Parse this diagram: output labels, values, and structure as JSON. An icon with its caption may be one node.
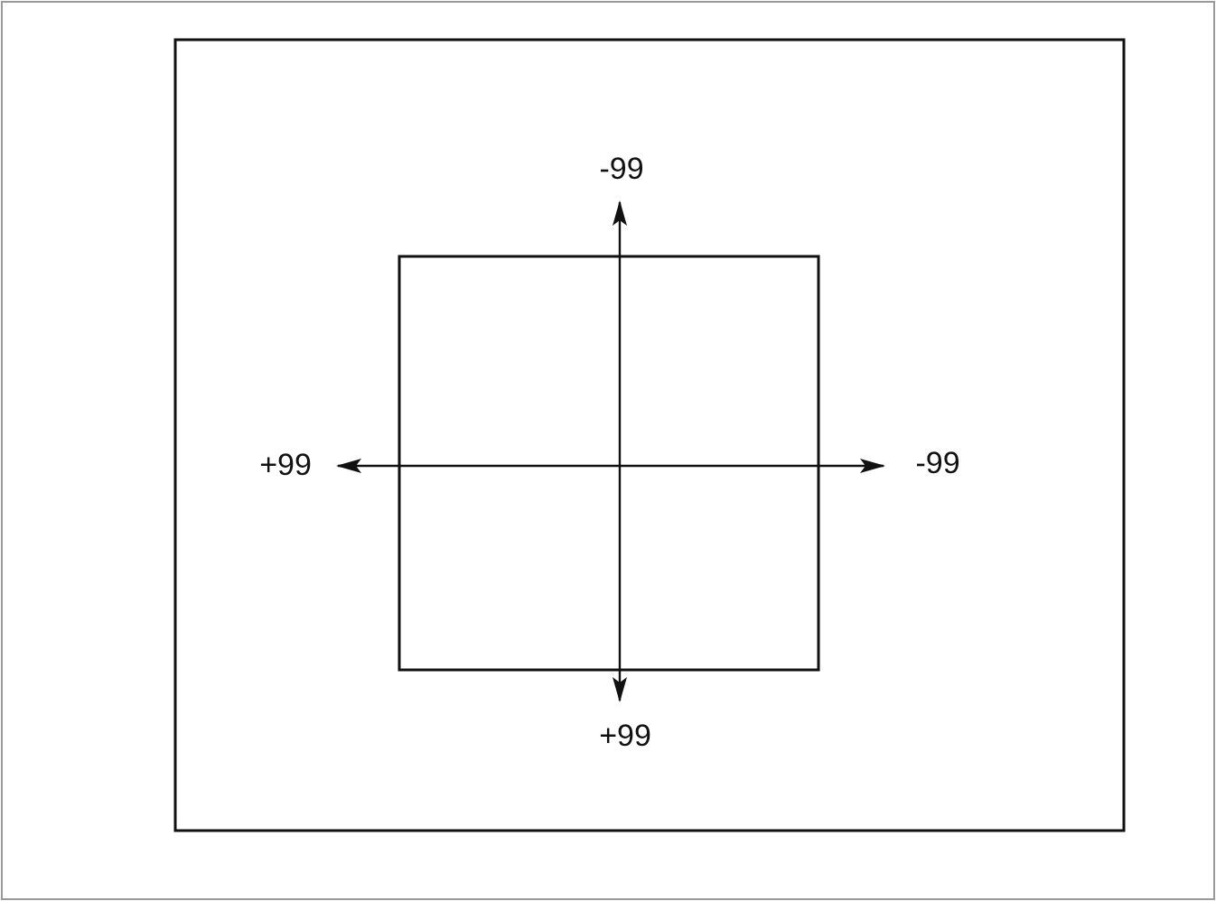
{
  "diagram": {
    "labels": [
      "-99",
      "+99",
      "-99",
      "+99"
    ]
  }
}
